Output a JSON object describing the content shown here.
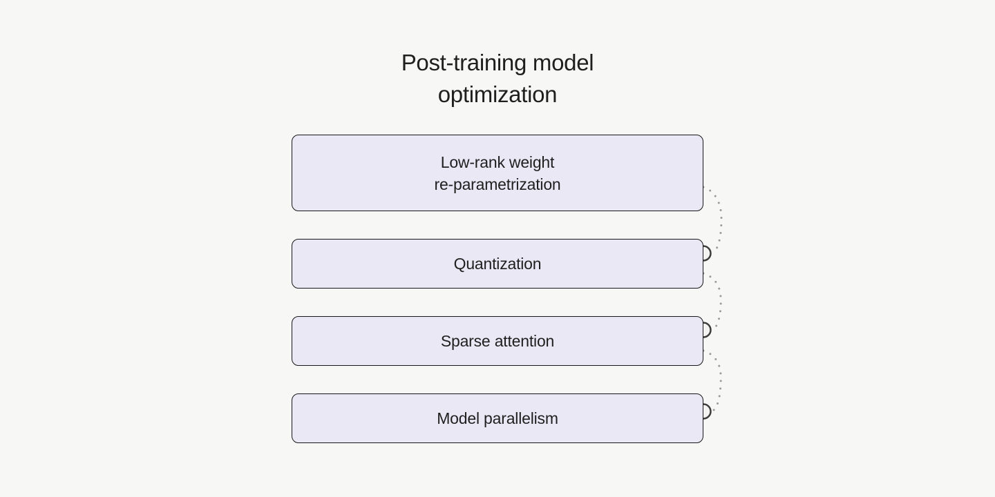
{
  "colors": {
    "background": "#f7f7f5",
    "node_fill": "#eae8f5",
    "node_border": "#161616",
    "text": "#1f1f1f",
    "connector_dot": "#9a9a9a",
    "circle_fill": "#f4f3f1",
    "circle_stroke": "#3c3c3c"
  },
  "title": {
    "lines": [
      "Post-training model",
      "optimization"
    ]
  },
  "nodes": [
    {
      "label": [
        "Low-rank weight",
        "re-parametrization"
      ]
    },
    {
      "label": "Quantization"
    },
    {
      "label": "Sparse attention"
    },
    {
      "label": "Model parallelism"
    }
  ]
}
